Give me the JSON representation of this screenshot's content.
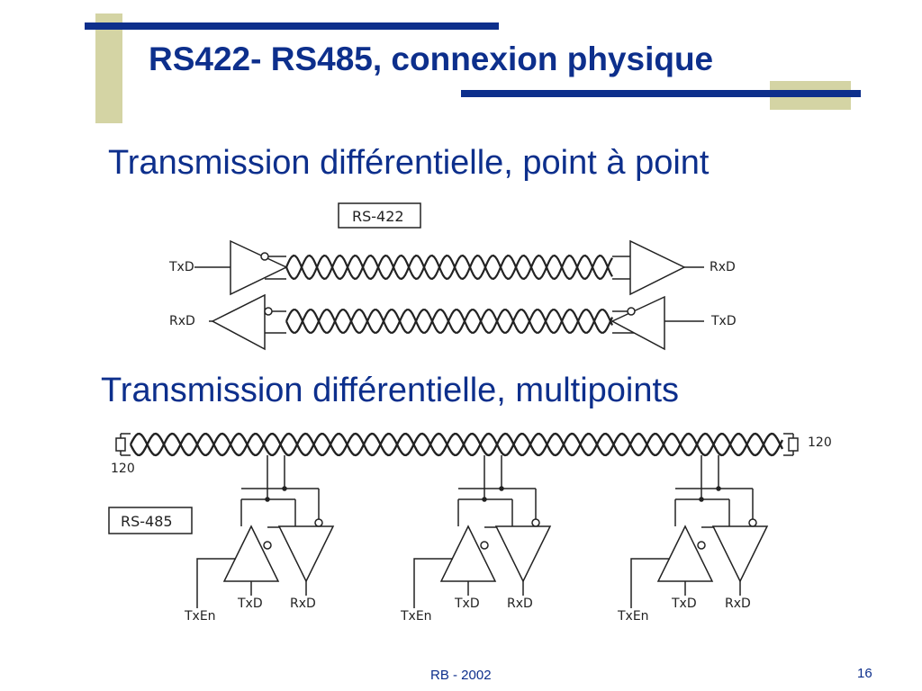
{
  "slide": {
    "title": "RS422- RS485, connexion physique",
    "subtitle_point_to_point": "Transmission différentielle, point à point",
    "subtitle_multipoint": "Transmission différentielle, multipoints"
  },
  "rs422_diagram": {
    "box_label": "RS-422",
    "left_top_label": "TxD",
    "left_bottom_label": "RxD",
    "right_top_label": "RxD",
    "right_bottom_label": "TxD"
  },
  "rs485_diagram": {
    "box_label": "RS-485",
    "terminator_left_label": "120",
    "terminator_right_label": "120",
    "nodes": [
      {
        "txen": "TxEn",
        "txd": "TxD",
        "rxd": "RxD"
      },
      {
        "txen": "TxEn",
        "txd": "TxD",
        "rxd": "RxD"
      },
      {
        "txen": "TxEn",
        "txd": "TxD",
        "rxd": "RxD"
      }
    ]
  },
  "footer": {
    "author": "RB - 2002",
    "page": "16"
  },
  "colors": {
    "title_blue": "#0d2f8c",
    "accent_khaki": "#d4d4a4",
    "diagram_ink": "#222222"
  }
}
